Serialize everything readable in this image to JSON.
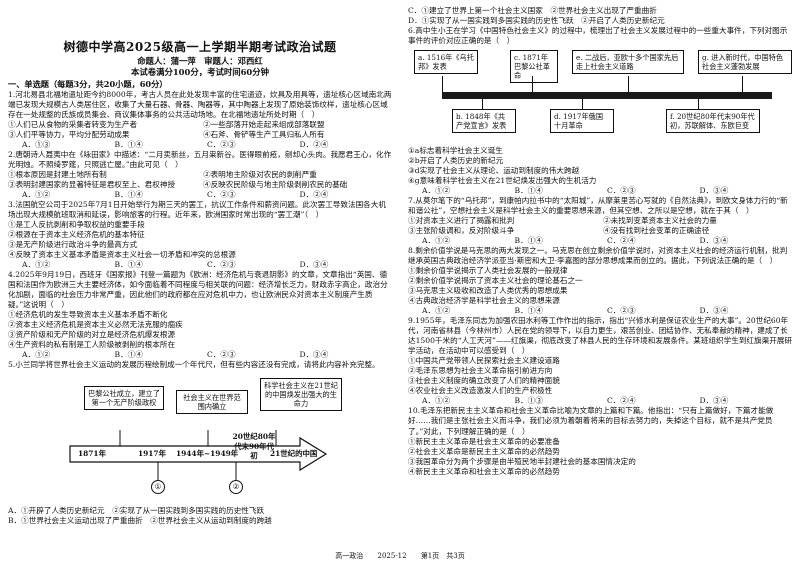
{
  "header": {
    "title": "树德中学高2025级高一上学期半期考试政治试题",
    "line1": "命题人：蒲一萍　审题人：邓西红",
    "line2": "本试卷满分100分，考试时间60分钟"
  },
  "section1": "一、单选题（每题3分，共20小题，60分）",
  "q1": {
    "stem": "1.河北易县北福地遗址距今约8000年，考古人员在此处发现丰富的住宅遗迹，炊具及用具等，遗址核心区域南北两端已发现大规模古人类居住区，收集了大量石器、骨器、陶器等，其中陶器上发现了原始装饰纹样，遗址核心区域存在一处规整的氏族成员集会、商议集体事务的公共活动场地。在北福地遗址所处时期（　）",
    "o1": "①人们已从食物的采集者转变为生产者",
    "o2": "②一些部落开始走起来组成部落联盟",
    "o3": "③人们平等协力，平均分配劳动成果",
    "o4": "④石斧、骨铲等生产工具归私人所有",
    "a": "A．①③",
    "b": "B．①④",
    "c": "C．②③",
    "d": "D．②④"
  },
  "q2": {
    "stem": "2.唐朝诗人聂夷中在《咏田家》中描述：“二月卖新丝，五月粜新谷。医得眼前疮，剜却心头肉。我愿君王心，化作光明烛。不照绮罗筵，只照逃亡屋。”由此可见（　）",
    "o1": "①根本原因是封建土地所有制",
    "o2": "②表明地主阶级对农民的剥削严重",
    "o3": "③表明封建国家的显著特征是君权至上、君权神授",
    "o4": "④反映农民阶级与地主阶级剥削农民的基础",
    "a": "A．①②",
    "b": "B．①④",
    "c": "C．②③",
    "d": "D．②④"
  },
  "q3": {
    "stem": "3.法国航空公司于2025年7月1日开始举行为期三天的罢工，抗议工作条件和薪资问题。此次罢工导致法国各大机场出现大规模航班取消和延误，影响旅客的行程。近年来，欧洲国家时常出现的“罢工潮”（　）",
    "o1": "①是工人反抗剥削和争取权益的重要手段",
    "o2": "②根源在于资本主义经济危机的基本特征",
    "o3": "③是无产阶级进行政治斗争的最高方式",
    "o4": "④反映了资本主义基本矛盾是资本主义社会一切矛盾和冲突的总根源",
    "a": "A．①②",
    "b": "B．①④",
    "c": "C．②③",
    "d": "D．③④"
  },
  "q4": {
    "stem": "4.2025年9月19日，西班牙《国家报》刊登一篇题为《欧洲：经济危机与衰退阴影》的文章，文章指出“英国、德国和法国作为欧洲三大主要经济体，如今面临着不同程度与相关联的问题：经济增长乏力，财政赤字高企，政治分化加剧，面临的社会压力非常严重，因此他们的政府都在应对危机中力，也让欧洲民众对资本主义制度产生质疑。”这说明（　）",
    "o1": "①经济危机的发生导致资本主义基本矛盾不断化",
    "o2": "②资本主义经济危机是资本主义必然无法克服的痼疾",
    "o3": "③资产阶级和无产阶级的对立是经济危机爆发根源",
    "o4": "④生产资料的私有制是工人阶级被剥削的根本所在",
    "a": "A．①②",
    "b": "B．①④",
    "c": "C．②③",
    "d": "D．③④"
  },
  "q5": {
    "stem": "5.小兰同学将世界社会主义运动的发展历程绘制成一个年代尺，但有些内容还没有完成，请将此内容补充完整。",
    "box1": "巴黎公社成立，建立了第一个无产阶级政权",
    "box2": "社会主义在世界范围内确立",
    "box3": "科学社会主义在21世纪的中国焕发出强大的生命力",
    "y1": "1871年",
    "y2": "1917年",
    "y3": "1944年~1949年",
    "y4": "20世纪80年代末90年代初",
    "y5": "21世纪的中国",
    "c1": "①",
    "c2": "②",
    "a": "A．①开辟了人类历史新纪元　②实现了从一国实践到多国实践的历史性飞跃",
    "b": "B．①世界社会主义运动出现了严重曲折　②世界社会主义从运动到制度的跨越",
    "c": "C．①建立了世界上第一个社会主义国家　②世界社会主义出现了严重曲折",
    "d": "D．①实现了从一国实践到多国实践的历史性飞跃　②开启了人类历史新纪元"
  },
  "q6": {
    "stem": "6.高中生小王在学习《中国特色社会主义》的过程中，梳理出了社会主义发展过程中的一些重大事件，下列对图示事件的评价对应正确的是（　）",
    "ea": "a. 1516年《乌托邦》发表",
    "eb": "b. 1848年《共产党宣言》发表",
    "ec": "c. 1871年巴黎公社革命",
    "ed": "d. 1917年俄国十月革命",
    "ee": "e. 二战后，亚欧十多个国家先后走上社会主义道路",
    "ef": "f. 20世纪80年代末90年代初，苏联解体、东欧巨变",
    "eg": "g. 进入新时代，中国特色社会主义蓬勃发展",
    "o1": "①a标志着科学社会主义诞生",
    "o2": "②b开启了人类历史的新纪元",
    "o3": "③d实现了社会主义从理论、运动到制度的伟大跨越",
    "o4": "④g意味着科学社会主义在21世纪焕发出强大的生机活力",
    "a": "A．①②",
    "b": "B．①④",
    "c": "C．②③",
    "d": "D．③④"
  },
  "q7": {
    "stem": "7.从莫尔笔下的“乌托邦”，到康帕内拉书中的“太阳城”，从摩莱里苦心写就的《自然法典》，到欧文身体力行的“新和谐公社”，空想社会主义是科学社会主义的重要思想来源，但其空想、之所以是空想，就在于其（　）",
    "o1": "①对资本主义进行了揭露和批判",
    "o2": "②未找到变革资本主义社会的力量",
    "o3": "③主张阶级调和，反对阶级斗争",
    "o4": "④没有找到社会变革的正确途径",
    "a": "A．①②",
    "b": "B．①④",
    "c": "C．②④",
    "d": "D．③④"
  },
  "q8": {
    "stem": "8.剩余价值学说是马克思的两大发现之一。马克思在创立剩余价值学说时，对资本主义社会的经济运行机制，批判继承英国古典政治经济学派亚当·斯密和大卫·李嘉图的部分思想成果而创立的。据此，下列说法正确的是（　）",
    "o1": "①剩余价值学说揭示了人类社会发展的一般规律",
    "o2": "②剩余价值学说揭示了资本主义社会的理论基石之一",
    "o3": "③马克思主义吸收和改造了人类优秀的思想成果",
    "o4": "④古典政治经济学是科学社会主义的思想来源",
    "a": "A．①②",
    "b": "B．①④",
    "c": "C．②③",
    "d": "D．③④"
  },
  "q9": {
    "stem": "9.1955年，毛泽东同志为加强农田水利等工作作出的指示，指出“兴修水利是保证农业生产的大事”。20世纪60年代，河南省林县（今林州市）人民在党的领导下，以自力更生，艰苦创业、团结协作、无私奉献的精神，建成了长达1500千米的“人工天河”——红旗渠，彻底改变了林县人民的生存环境和发展条件。某班组织学生到红旗渠开展研学活动，在活动中可以感受到（　）",
    "o1": "①中国共产党带领人民探索社会主义建设道路",
    "o2": "②毛泽东思想为社会主义革命指引前进方向",
    "o3": "③社会主义制度的确立改变了人们的精神面貌",
    "o4": "④农业社会主义改造激发人们的生产积极性",
    "a": "A．①②",
    "b": "B．①③",
    "c": "C．②④",
    "d": "D．③④"
  },
  "q10": {
    "stem": "10.毛泽东把新民主主义革命和社会主义革命比喻为文章的上篇和下篇。他指出：“只有上篇做好，下篇才能做好……我们是主张社会主义而斗争，我们必须为着朝着将来的目标去努力的，失掉这个目标，就不是共产党员了。”对此，下列理解正确的是（　）",
    "o1": "①新民主主义革命是社会主义革命的必要准备",
    "o2": "②社会主义革命是新民主主义革命的必然趋势",
    "o3": "③我国革命分为两个步骤是由半殖民地半封建社会的基本国情决定的",
    "o4": "④新民主主义革命和社会主义革命的必然趋势"
  },
  "footer": {
    "subject": "高一政治",
    "date": "2025-12",
    "page": "第1页　共3页"
  }
}
